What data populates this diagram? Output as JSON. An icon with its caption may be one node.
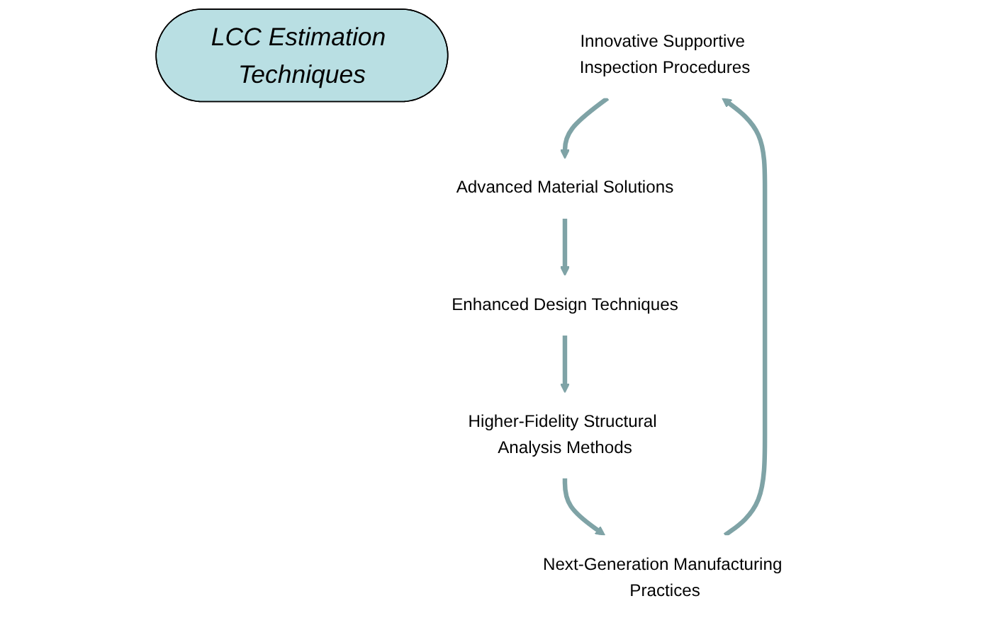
{
  "diagram": {
    "nodes": [
      {
        "text": [
          "LCC Estimation Techniques"
        ]
      },
      {
        "text": [
          "Innovative Supportive Inspection Procedures"
        ]
      },
      {
        "text": [
          "Next-Generation Manufacturing Practices"
        ]
      },
      {
        "text": [
          "Higher-Fidelity Structural Analysis Methods"
        ]
      },
      {
        "text": [
          "Enhanced Design Techniques"
        ]
      },
      {
        "text": [
          "Advanced Material Solutions"
        ]
      }
    ],
    "edges": [
      {
        "from": 3,
        "to": 2,
        "arrow": "to"
      },
      {
        "from": 2,
        "to": 1,
        "arrow": "to"
      },
      {
        "from": 1,
        "to": 5,
        "arrow": "to"
      },
      {
        "from": 5,
        "to": 4,
        "arrow": "to"
      },
      {
        "from": 4,
        "to": 3,
        "arrow": "to"
      }
    ]
  }
}
